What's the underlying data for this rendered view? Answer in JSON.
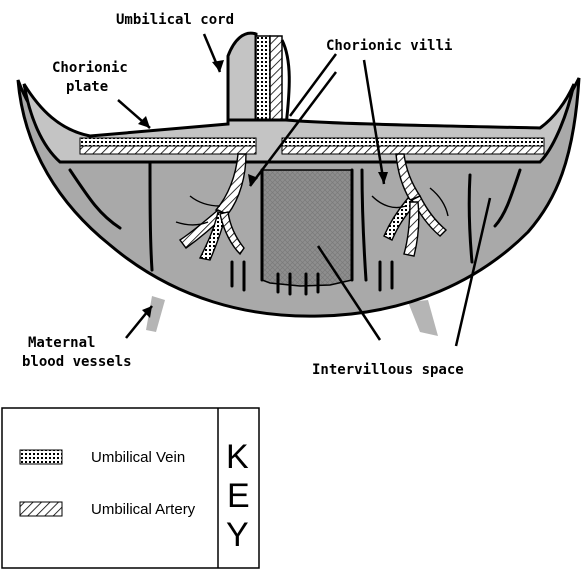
{
  "labels": {
    "umbilical_cord": "Umbilical cord",
    "chorionic_plate_line1": "Chorionic",
    "chorionic_plate_line2": "plate",
    "chorionic_villi": "Chorionic villi",
    "maternal_line1": "Maternal",
    "maternal_line2": "blood vessels",
    "intervillous_space": "Intervillous space"
  },
  "key": {
    "title_letters": [
      "K",
      "E",
      "Y"
    ],
    "items": [
      {
        "label": "Umbilical Vein",
        "pattern": "dotted"
      },
      {
        "label": "Umbilical Artery",
        "pattern": "hatched"
      }
    ]
  },
  "colors": {
    "tissue": "#a9a9a9",
    "intervillous": "#8e8e8e",
    "plate": "#c4c4c4",
    "outline": "#000000"
  }
}
